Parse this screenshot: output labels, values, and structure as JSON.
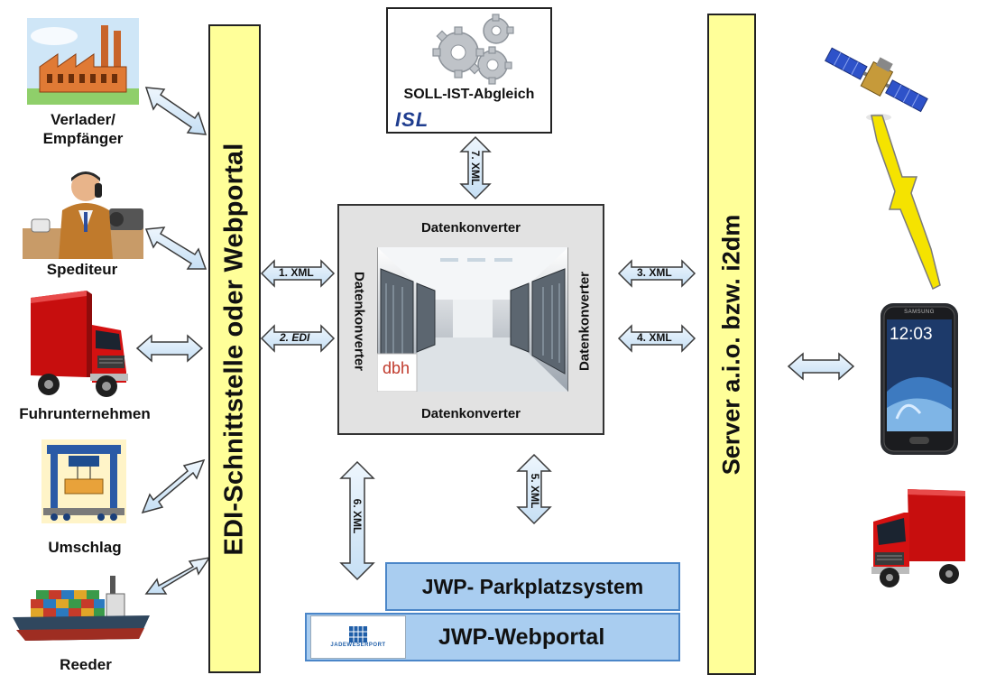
{
  "left_bar": {
    "label": "EDI-Schnittstelle oder Webportal"
  },
  "right_bar": {
    "label": "Server a.i.o. bzw. i2dm"
  },
  "actors": [
    {
      "label": "Verlader/\nEmpfänger",
      "icon": "factory-icon"
    },
    {
      "label": "Spediteur",
      "icon": "dispatcher-person-icon"
    },
    {
      "label": "Fuhrunternehmen",
      "icon": "truck-icon"
    },
    {
      "label": "Umschlag",
      "icon": "crane-icon"
    },
    {
      "label": "Reeder",
      "icon": "container-ship-icon"
    }
  ],
  "soll_ist": {
    "title": "SOLL-IST-Abgleich",
    "logo": "ISL"
  },
  "converter": {
    "top": "Datenkonverter",
    "bottom": "Datenkonverter",
    "left": "Datenkonverter",
    "right": "Datenkonverter",
    "logo": "dbh"
  },
  "arrows": {
    "a1": "1. XML",
    "a2": "2. EDI",
    "a3": "3. XML",
    "a4": "4. XML",
    "a5": "5. XML",
    "a6": "6. XML",
    "a7": "7. XML"
  },
  "jwp_parking": {
    "label": "JWP- Parkplatzsystem"
  },
  "jwp_portal": {
    "label": "JWP-Webportal",
    "logo": "JADEWESERPORT"
  },
  "right_icons": [
    "satellite-icon",
    "lightning-icon",
    "smartphone-icon",
    "truck-icon"
  ],
  "phone": {
    "time": "12:03",
    "brand": "SAMSUNG"
  },
  "colors": {
    "bar_yellow": "#ffff99",
    "arrow_fill": "#d6e9f8",
    "arrow_stroke": "#3a3a3a",
    "box_blue": "#a9cdf0",
    "truck_red": "#d41111"
  }
}
